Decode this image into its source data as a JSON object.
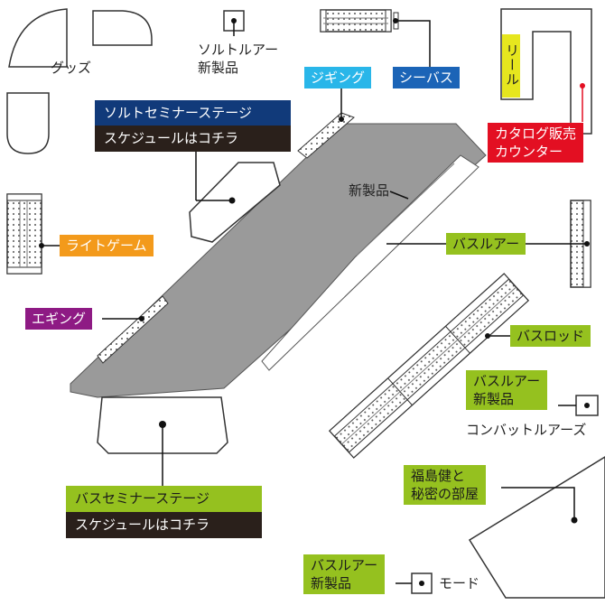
{
  "map": {
    "goods": "グッズ",
    "salt_new": "ソルトルアー\n新製品",
    "jigging": "ジギング",
    "seabass": "シーバス",
    "reel": "リール",
    "catalog_counter": "カタログ販売\nカウンター",
    "salt_stage": "ソルトセミナーステージ",
    "schedule_top": "スケジュールはコチラ",
    "new_products": "新製品",
    "light_game": "ライトゲーム",
    "bass_lure": "バスルアー",
    "egging": "エギング",
    "bass_rod": "バスロッド",
    "bass_new_1": "バスルアー\n新製品",
    "convattle": "コンバットルアーズ",
    "bass_stage": "バスセミナーステージ",
    "schedule_bottom": "スケジュールはコチラ",
    "fukushima": "福島健と\n秘密の部屋",
    "bass_new_2": "バスルアー\n新製品",
    "mode": "モード"
  }
}
